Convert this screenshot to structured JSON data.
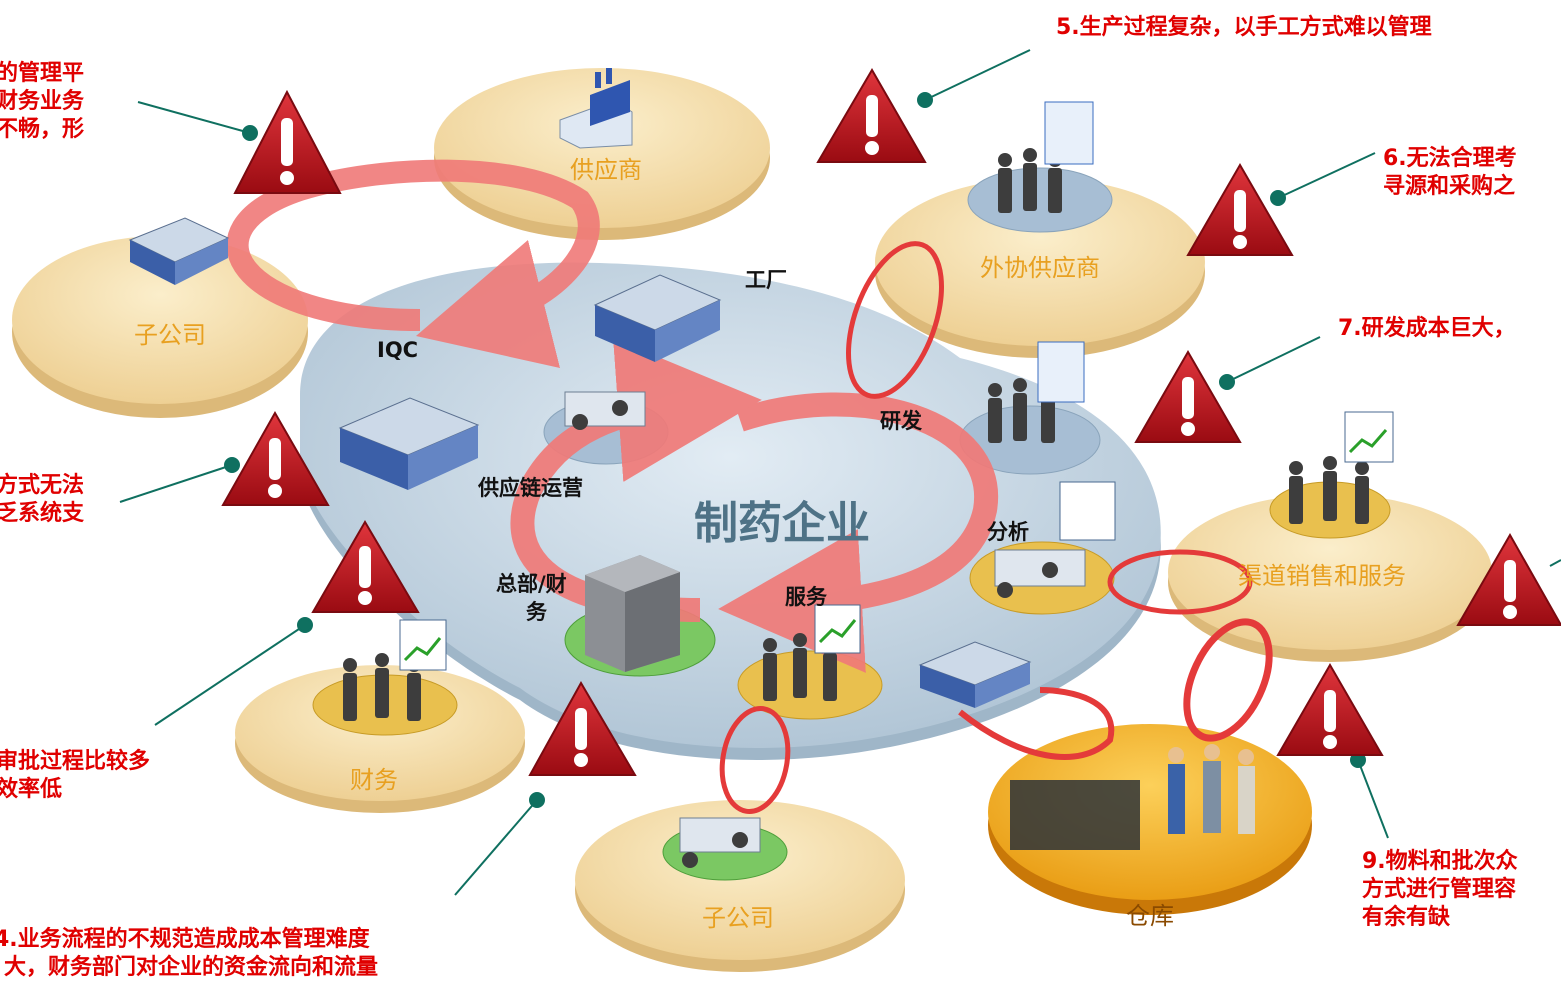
{
  "center": {
    "title": "制药企业"
  },
  "nodes": {
    "factory": "工厂",
    "iqc": "IQC",
    "rnd": "研发",
    "supply_chain": "供应链运营",
    "hq_finance": [
      "总部/财",
      "务"
    ],
    "service": "服务",
    "analysis": "分析"
  },
  "disks": {
    "supplier": "供应商",
    "subsidiary_left": "子公司",
    "outsourcing_supplier": "外协供应商",
    "channel_sales": "渠道销售和服务",
    "finance": "财务",
    "subsidiary_bottom": "子公司",
    "warehouse": "仓库"
  },
  "issues": {
    "top_left": [
      "的管理平",
      "财务业务",
      "不畅，形"
    ],
    "left_mid": [
      "方式无法",
      "乏系统支"
    ],
    "left_low": [
      "审批过程比较多",
      "效率低"
    ],
    "bottom": [
      "4.业务流程的不规范造成成本管理难度",
      "大，财务部门对企业的资金流向和流量"
    ],
    "top_right": [
      "5.生产过程复杂，以手工方式难以管理"
    ],
    "right_6": [
      "6.无法合理考",
      "寻源和采购之"
    ],
    "right_7": [
      "7.研发成本巨大，"
    ],
    "right_9": [
      "9.物料和批次众",
      "方式进行管理容",
      "有余有缺"
    ]
  },
  "colors": {
    "disk_fill": "#f5dfa8",
    "center_blob": "#c9d9e6",
    "warehouse": "#f5b21b",
    "arrow": "#f07a78",
    "warning": "#c0141e",
    "issue_text": "#e00000",
    "connector": "#0f7060"
  }
}
